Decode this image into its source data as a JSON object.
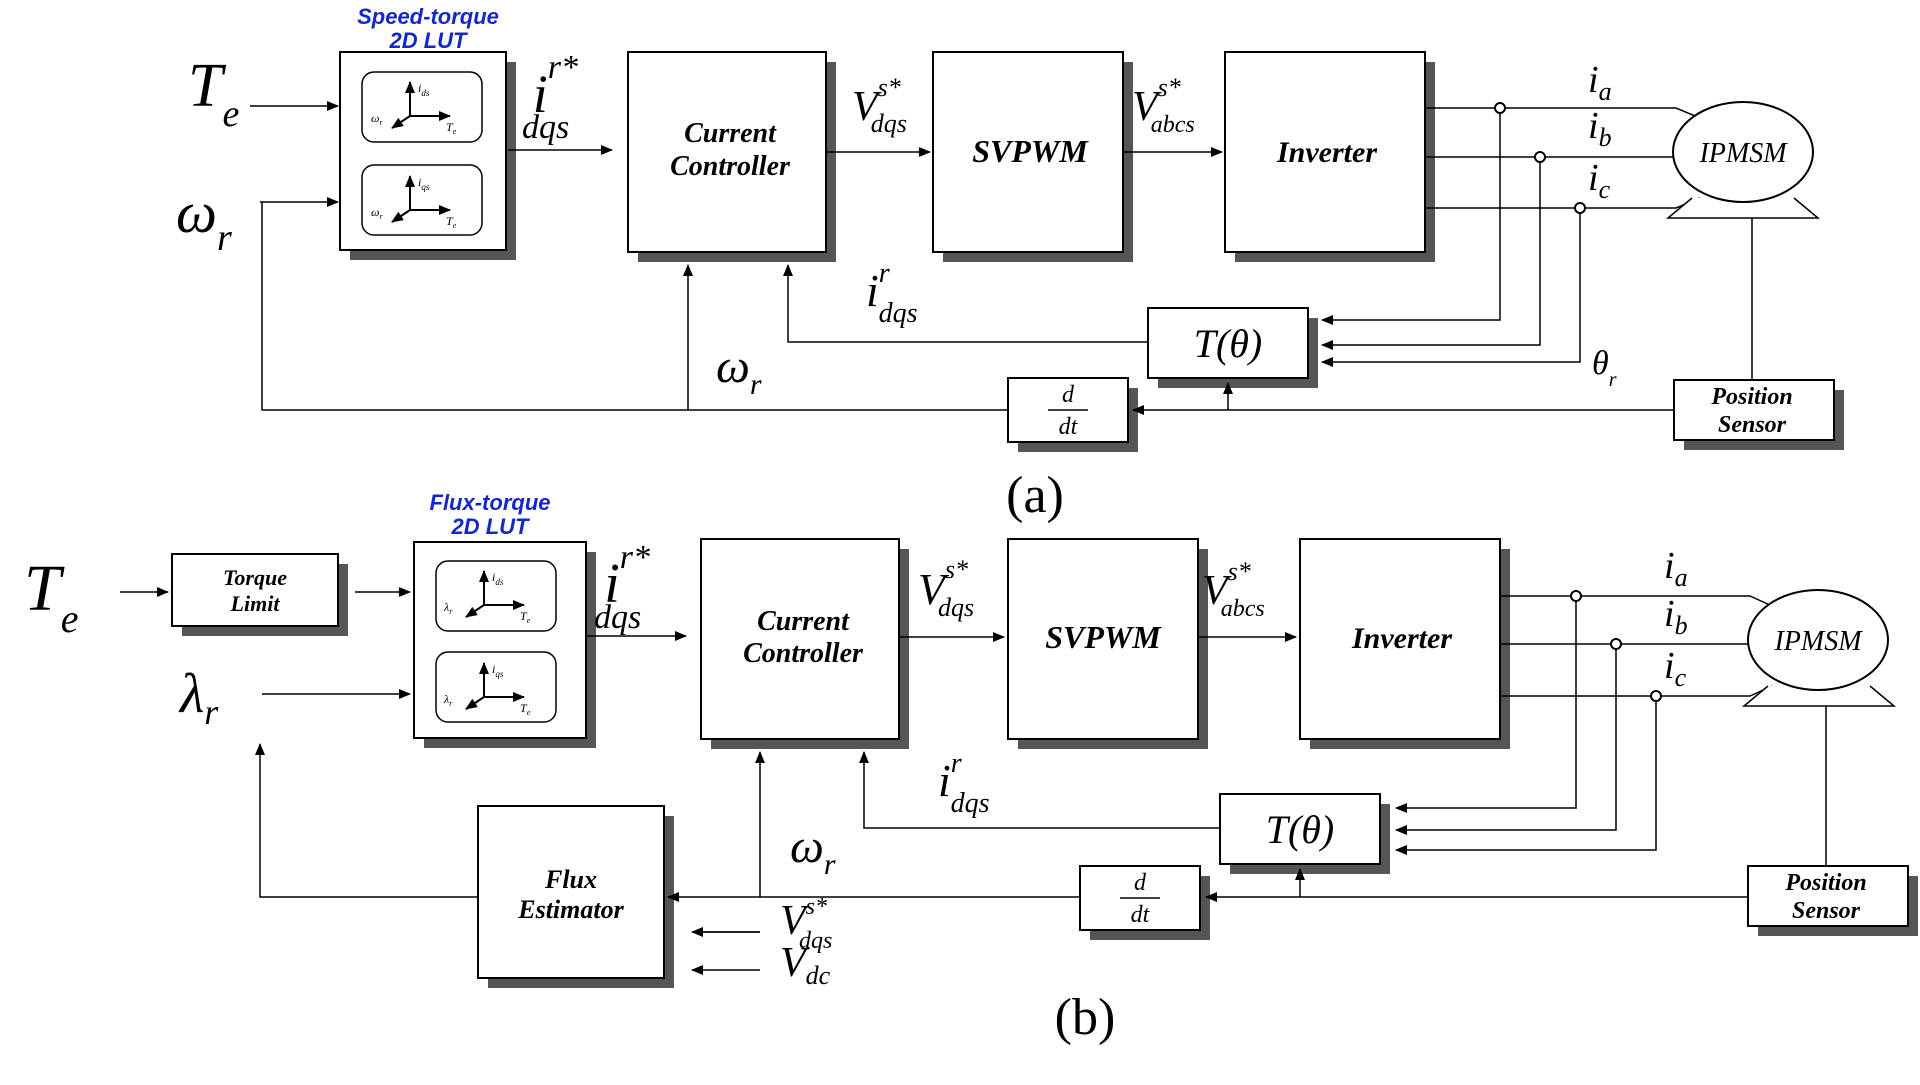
{
  "diagram_a": {
    "lut_title_line1": "Speed-torque",
    "lut_title_line2": "2D LUT",
    "input_torque": "T",
    "input_torque_sub": "e",
    "input_speed": "ω",
    "input_speed_sub": "r",
    "ref_current": "i",
    "ref_current_sup": "r*",
    "ref_current_sub": "dqs",
    "current_controller_line1": "Current",
    "current_controller_line2": "Controller",
    "v_dqs": "V",
    "v_dqs_sup": "s*",
    "v_dqs_sub": "dqs",
    "svpwm": "SVPWM",
    "v_abcs": "V",
    "v_abcs_sup": "s*",
    "v_abcs_sub": "abcs",
    "inverter": "Inverter",
    "ia": "i",
    "ia_sub": "a",
    "ib": "i",
    "ib_sub": "b",
    "ic": "i",
    "ic_sub": "c",
    "motor": "IPMSM",
    "transform": "T(θ)",
    "fb_current": "i",
    "fb_current_sup": "r",
    "fb_current_sub": "dqs",
    "fb_speed": "ω",
    "fb_speed_sub": "r",
    "theta": "θ",
    "theta_sub": "r",
    "deriv_num": "d",
    "deriv_den": "dt",
    "sensor_line1": "Position",
    "sensor_line2": "Sensor",
    "caption": "(a)"
  },
  "diagram_b": {
    "lut_title_line1": "Flux-torque",
    "lut_title_line2": "2D LUT",
    "input_torque": "T",
    "input_torque_sub": "e",
    "torque_limit_line1": "Torque",
    "torque_limit_line2": "Limit",
    "input_flux": "λ",
    "input_flux_sub": "r",
    "ref_current": "i",
    "ref_current_sup": "r*",
    "ref_current_sub": "dqs",
    "current_controller_line1": "Current",
    "current_controller_line2": "Controller",
    "v_dqs": "V",
    "v_dqs_sup": "s*",
    "v_dqs_sub": "dqs",
    "svpwm": "SVPWM",
    "v_abcs": "V",
    "v_abcs_sup": "s*",
    "v_abcs_sub": "abcs",
    "inverter": "Inverter",
    "ia": "i",
    "ia_sub": "a",
    "ib": "i",
    "ib_sub": "b",
    "ic": "i",
    "ic_sub": "c",
    "motor": "IPMSM",
    "transform": "T(θ)",
    "fb_current": "i",
    "fb_current_sup": "r",
    "fb_current_sub": "dqs",
    "fb_speed": "ω",
    "fb_speed_sub": "r",
    "deriv_num": "d",
    "deriv_den": "dt",
    "sensor_line1": "Position",
    "sensor_line2": "Sensor",
    "flux_estimator_line1": "Flux",
    "flux_estimator_line2": "Estimator",
    "est_v_dqs": "V",
    "est_v_dqs_sup": "s*",
    "est_v_dqs_sub": "dqs",
    "est_vdc": "V",
    "est_vdc_sub": "dc",
    "caption": "(b)"
  },
  "lut_icons": {
    "axis_up": "i",
    "axis_up_sup": "*",
    "axis_up_sub_d": "ds",
    "axis_up_sub_q": "qs",
    "axis_right": "T",
    "axis_right_sub": "e",
    "axis_right_sup": "*",
    "axis_left_speed": "ω",
    "axis_left_speed_sub": "r",
    "axis_left_flux": "λ",
    "axis_left_flux_sub": "r"
  },
  "colors": {
    "lut_title": "#1428c8",
    "line": "#000000",
    "shadow": "#444444"
  }
}
